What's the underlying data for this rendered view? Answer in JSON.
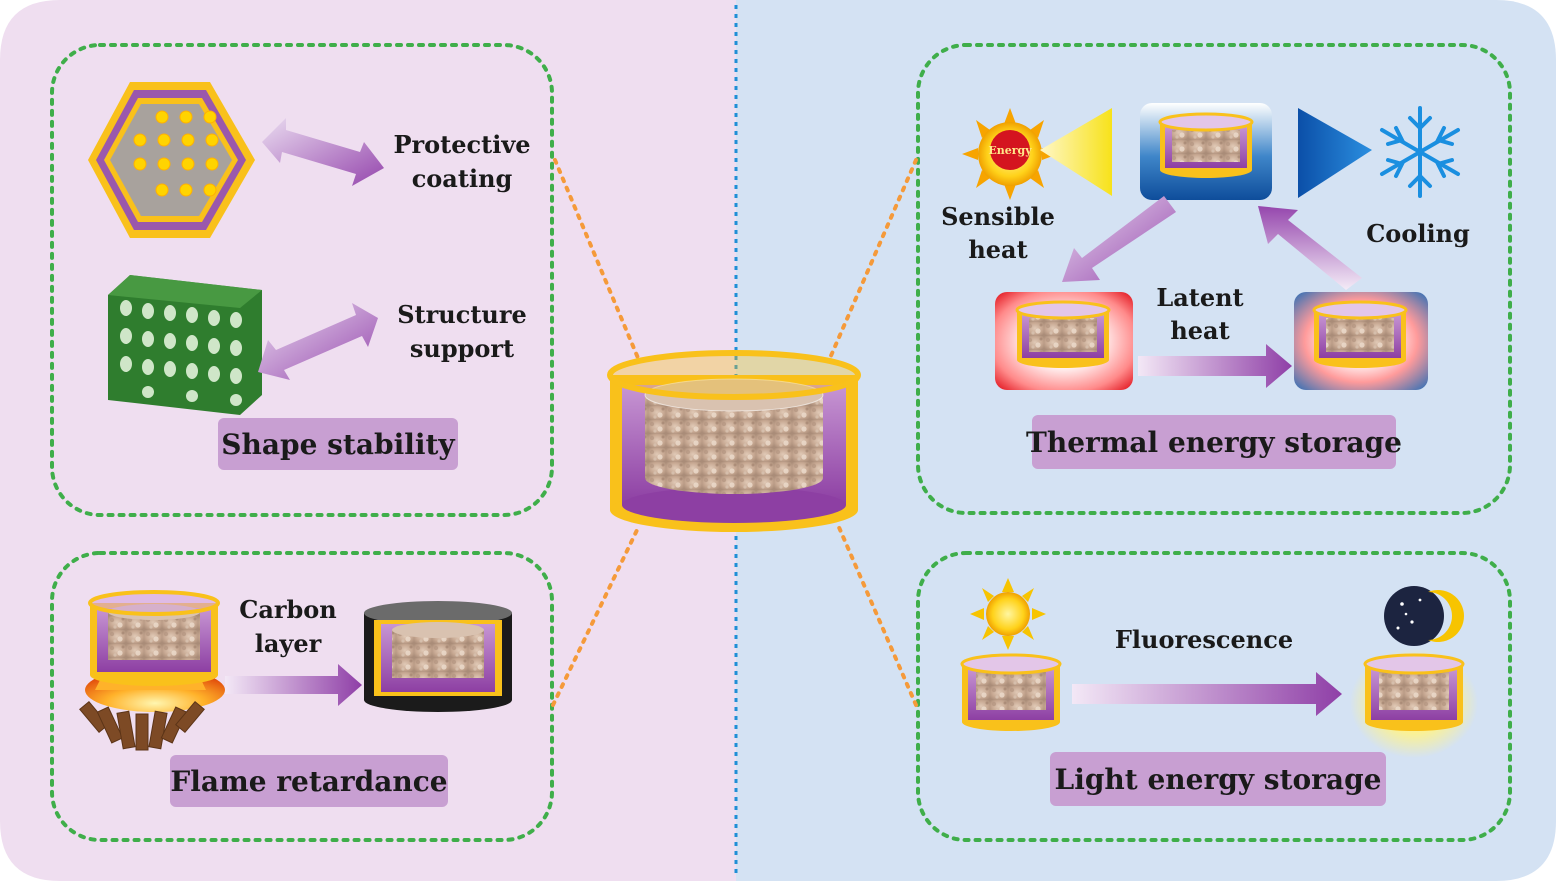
{
  "panels": {
    "shape_stability": {
      "label": "Shape stability",
      "protective_coating": [
        "Protective",
        "coating"
      ],
      "structure_support": [
        "Structure",
        "support"
      ]
    },
    "flame_retardance": {
      "label": "Flame retardance",
      "carbon_layer": [
        "Carbon",
        "layer"
      ]
    },
    "thermal_energy_storage": {
      "label": "Thermal energy storage",
      "sensible_heat": [
        "Sensible",
        "heat"
      ],
      "latent_heat": [
        "Latent",
        "heat"
      ],
      "cooling": "Cooling",
      "energy_badge": "Energy"
    },
    "light_energy_storage": {
      "label": "Light energy storage",
      "fluorescence": "Fluorescence"
    }
  },
  "colors": {
    "left_bg": "#efdef0",
    "right_bg": "#d4e2f3",
    "label_box": "#c89fd2",
    "dotted_green": "#3fae4a",
    "dotted_orange": "#f59a3a",
    "divider_blue": "#1e8fd6",
    "gold": "#f9c11b",
    "purple": "#9a58ac"
  }
}
